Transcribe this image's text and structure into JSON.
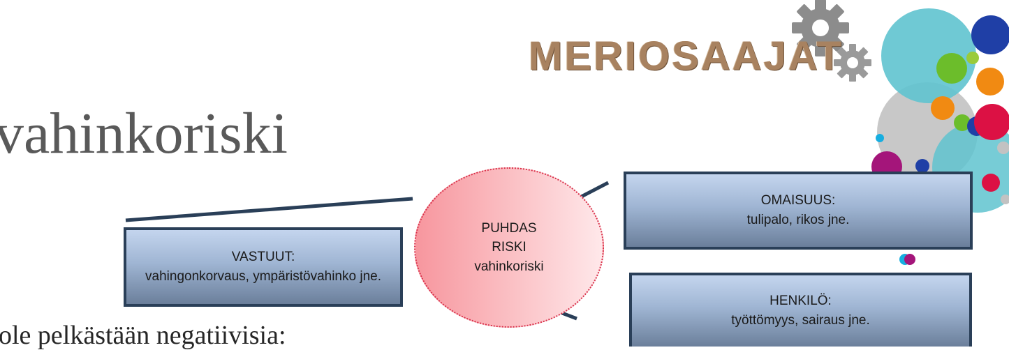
{
  "slide": {
    "title": "vahinkoriski",
    "bottom_text": "ole pelkästään negatiivisia:"
  },
  "logo": {
    "text": "MERIOSAAJAT",
    "icon": "gears-icon",
    "colors": {
      "text": "#a88260",
      "gear": "#8c8c8c"
    }
  },
  "diagram": {
    "center": {
      "lines": [
        "PUHDAS",
        "RISKI",
        "vahinkoriski"
      ]
    },
    "boxes": [
      {
        "lines": [
          "VASTUUT:",
          "vahingonkorvaus, ympäristövahinko jne."
        ]
      },
      {
        "lines": [
          "OMAISUUS:",
          "tulipalo, rikos jne."
        ]
      },
      {
        "lines": [
          "HENKILÖ:",
          "työttömyys, sairaus jne."
        ]
      }
    ],
    "colors": {
      "box_border": "#2a3f58",
      "box_fill_top": "#c4d5ee",
      "box_fill_bottom": "#6b7f9b",
      "ellipse_fill": "#f7969e",
      "ellipse_border": "#d9304a",
      "connector": "#2a3f58"
    }
  },
  "decoration": {
    "palette": [
      "#5fc3cf",
      "#1f3fa6",
      "#6cbd2b",
      "#f18a12",
      "#c2c2c2",
      "#a4157a",
      "#dc1144",
      "#17aee0",
      "#9acb3a"
    ]
  }
}
